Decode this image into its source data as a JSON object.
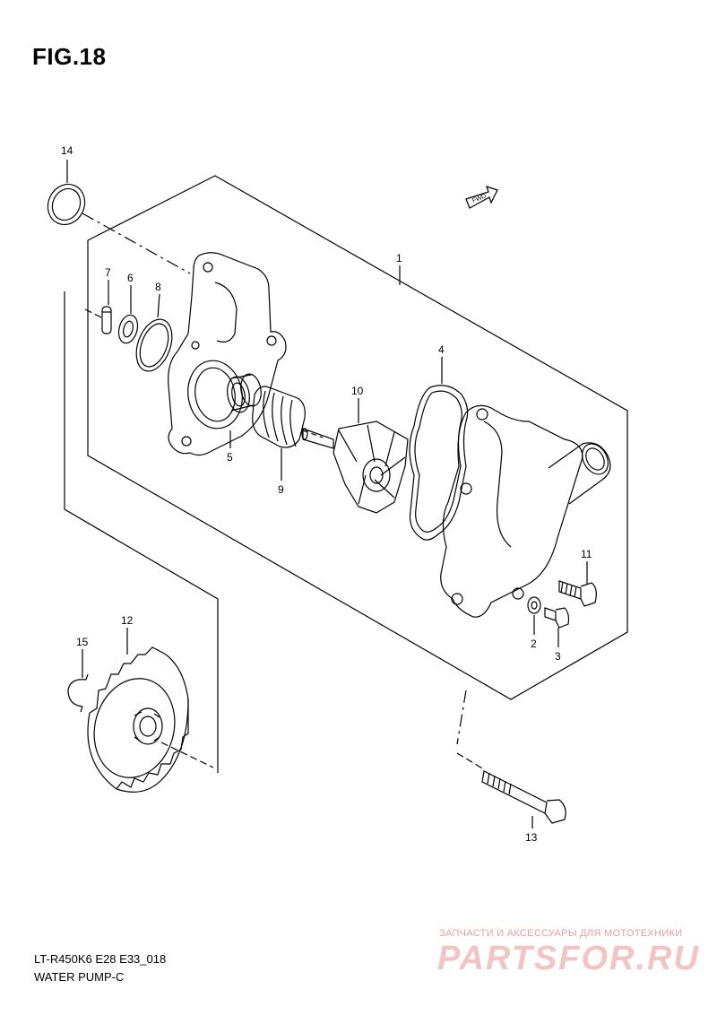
{
  "figure": {
    "title": "FIG.18"
  },
  "footer": {
    "model": "LT-R450K6 E28 E33_018",
    "name": "WATER PUMP-C"
  },
  "fwd_label": "FWD",
  "callouts": {
    "c1": "1",
    "c2": "2",
    "c3": "3",
    "c4": "4",
    "c5": "5",
    "c6": "6",
    "c7": "7",
    "c8": "8",
    "c9": "9",
    "c10": "10",
    "c11": "11",
    "c12": "12",
    "c13": "13",
    "c14": "14",
    "c15": "15"
  },
  "watermark": {
    "tagline": "ЗАПЧАСТИ И АКСЕССУАРЫ ДЛЯ МОТОТЕХНИКИ",
    "logo": "PARTSFOR.RU"
  },
  "colors": {
    "line": "#000000",
    "watermark": "#f3c4c4"
  }
}
